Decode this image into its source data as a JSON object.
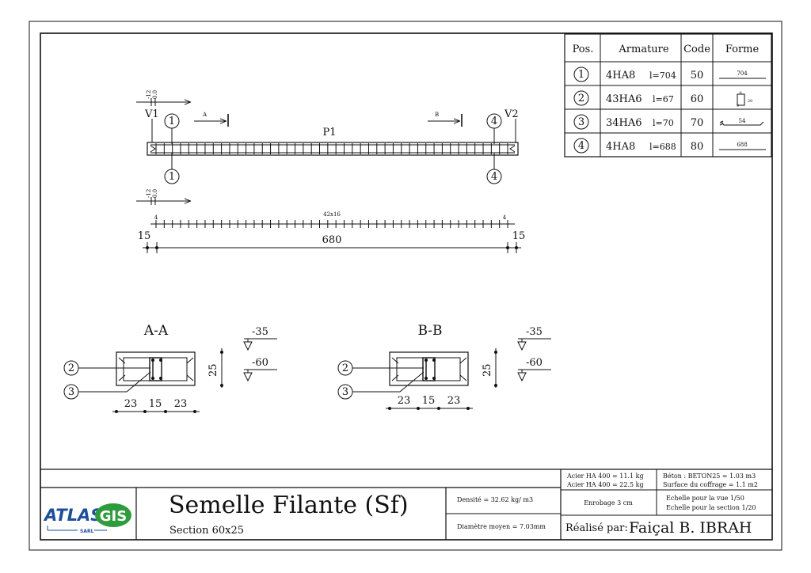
{
  "table": {
    "headers": {
      "pos": "Pos.",
      "armature": "Armature",
      "code": "Code",
      "forme": "Forme"
    },
    "rows": [
      {
        "pos": "1",
        "bars": "4HA8",
        "length": "l=704",
        "code": "50",
        "shape_label": "704"
      },
      {
        "pos": "2",
        "bars": "43HA6",
        "length": "l=67",
        "code": "60",
        "shape_dims": [
          "9",
          "20",
          "9"
        ]
      },
      {
        "pos": "3",
        "bars": "34HA6",
        "length": "l=70",
        "code": "70",
        "shape_label": "54"
      },
      {
        "pos": "4",
        "bars": "4HA8",
        "length": "l=688",
        "code": "80",
        "shape_label": "688"
      }
    ]
  },
  "elevation": {
    "beam_label": "P1",
    "support_left": "V1",
    "support_right": "V2",
    "level_top": [
      "-12",
      "0.0"
    ],
    "level_bottom": [
      "-12",
      "0.0"
    ],
    "cut_left": "A",
    "cut_right": "B",
    "markers": [
      "1",
      "1",
      "4",
      "4"
    ],
    "stirrup_dims": {
      "left": "4",
      "middle": "42x16",
      "right": "4"
    },
    "overall_dims": {
      "left": "15",
      "middle": "680",
      "right": "15"
    }
  },
  "sections": [
    {
      "title": "A-A",
      "callouts": [
        "2",
        "3"
      ],
      "height": "25",
      "widths": [
        "23",
        "15",
        "23"
      ],
      "levels": [
        "-35",
        "-60"
      ]
    },
    {
      "title": "B-B",
      "callouts": [
        "2",
        "3"
      ],
      "height": "25",
      "widths": [
        "23",
        "15",
        "23"
      ],
      "levels": [
        "-35",
        "-60"
      ]
    }
  ],
  "title_block": {
    "logo_main": "ATLAS",
    "logo_badge": "GIS",
    "logo_sub": "SARL",
    "title": "Semelle Filante (Sf)",
    "subtitle": "Section 60x25",
    "densite": "Densité = 32.62 kg/ m3",
    "diametre": "Diamètre moyen = 7.03mm",
    "acier1": "Acier HA 400 = 11.1 kg",
    "acier2": "Acier HA 400 = 22.5 kg",
    "beton": "Béton : BETON25 = 1.03 m3",
    "coffrage": "Surface du coffrage = 1.1 m2",
    "enrobage": "Enrobage 3 cm",
    "echelle_vue": "Echelle pour la vue 1/50",
    "echelle_section": "Echelle pour la section 1/20",
    "realise_label": "Réalisé par:",
    "author": "Faiçal B. IBRAH"
  },
  "colors": {
    "ink": "#111111",
    "logo_green": "#2e9b3c",
    "logo_blue": "#1d4f9c"
  }
}
